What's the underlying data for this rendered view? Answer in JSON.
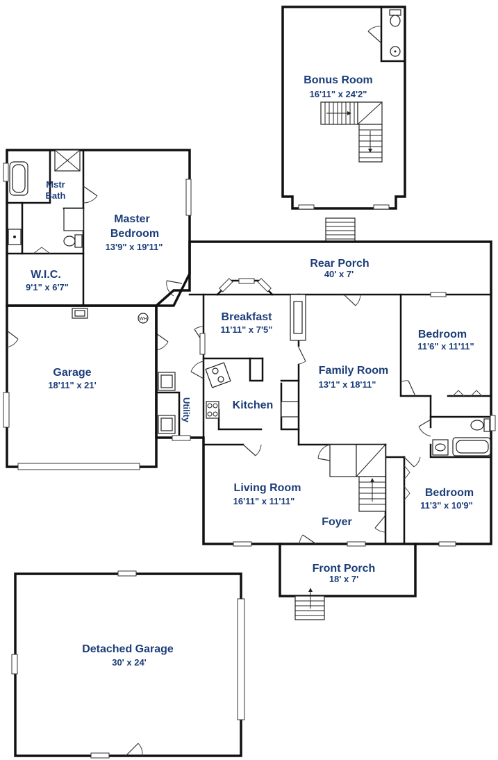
{
  "rooms": {
    "bonus": {
      "name": "Bonus Room",
      "dim": "16'11\" x 24'2\""
    },
    "mstr_bath_1": "Mstr",
    "mstr_bath_2": "Bath",
    "master_1": "Master",
    "master_2": "Bedroom",
    "master_dim": "13'9\" x 19'11\"",
    "wic": {
      "name": "W.I.C.",
      "dim": "9'1\" x 6'7\""
    },
    "rear_porch": {
      "name": "Rear Porch",
      "dim": "40' x 7'"
    },
    "breakfast": {
      "name": "Breakfast",
      "dim": "11'11\" x 7'5\""
    },
    "bedroom_upper": {
      "name": "Bedroom",
      "dim": "11'6\" x 11'11\""
    },
    "garage": {
      "name": "Garage",
      "dim": "18'11\" x 21'"
    },
    "family_room": {
      "name": "Family Room",
      "dim": "13'1\" x 18'11\""
    },
    "kitchen": {
      "name": "Kitchen"
    },
    "utility": {
      "name": "Utility"
    },
    "living_room": {
      "name": "Living Room",
      "dim": "16'11\" x 11'11\""
    },
    "bedroom_lower": {
      "name": "Bedroom",
      "dim": "11'3\" x 10'9\""
    },
    "foyer": {
      "name": "Foyer"
    },
    "front_porch": {
      "name": "Front Porch",
      "dim": "18' x 7'"
    },
    "detached_garage": {
      "name": "Detached Garage",
      "dim": "30' x 24'"
    }
  },
  "fixtures": {
    "water_heater": "WH"
  },
  "colors": {
    "label": "#1b3d78",
    "wall": "#111111",
    "background": "#ffffff"
  },
  "icons": [
    "door-swing-icon",
    "window-icon",
    "toilet-icon",
    "sink-icon",
    "bathtub-icon",
    "shower-icon",
    "stove-icon",
    "stairs-icon",
    "water-heater-icon"
  ]
}
